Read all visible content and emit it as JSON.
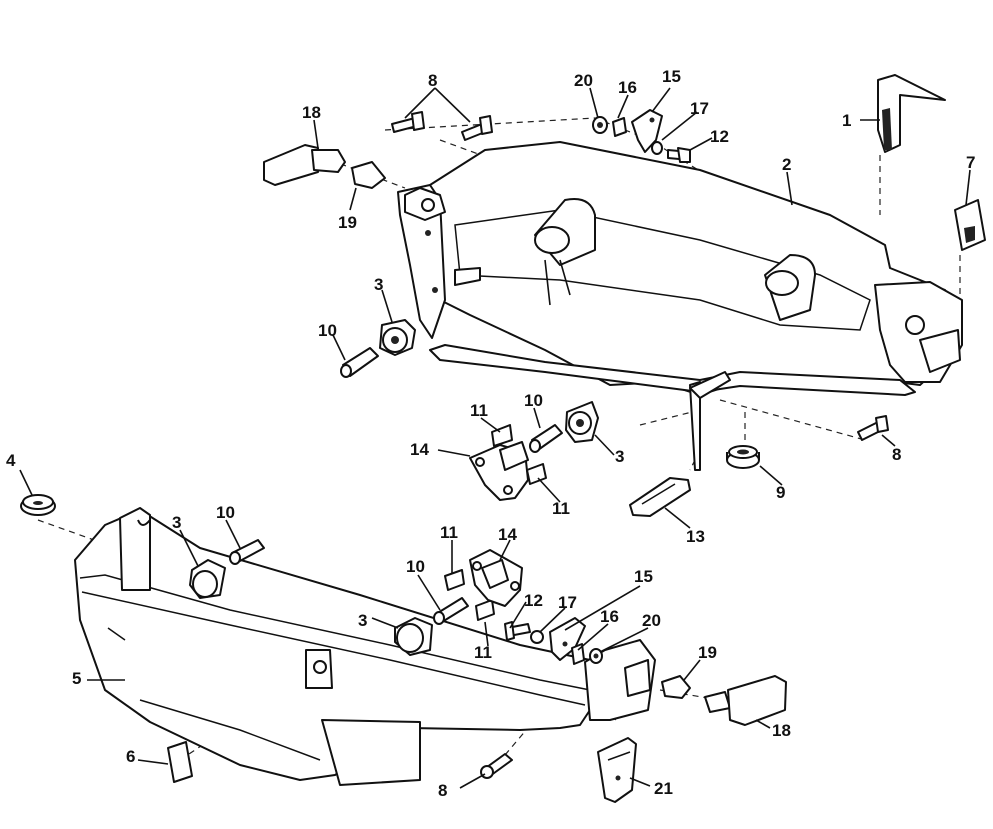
{
  "diagram": {
    "callouts": {
      "c1": "1",
      "c2": "2",
      "c3a": "3",
      "c3b": "3",
      "c3c": "3",
      "c3d": "3",
      "c4": "4",
      "c5": "5",
      "c6": "6",
      "c7": "7",
      "c8a": "8",
      "c8b": "8",
      "c8c": "8",
      "c9": "9",
      "c10a": "10",
      "c10b": "10",
      "c10c": "10",
      "c10d": "10",
      "c11a": "11",
      "c11b": "11",
      "c11c": "11",
      "c11d": "11",
      "c12a": "12",
      "c12b": "12",
      "c13": "13",
      "c14a": "14",
      "c14b": "14",
      "c15a": "15",
      "c15b": "15",
      "c16a": "16",
      "c16b": "16",
      "c17a": "17",
      "c17b": "17",
      "c18a": "18",
      "c18b": "18",
      "c19a": "19",
      "c19b": "19",
      "c20a": "20",
      "c20b": "20",
      "c21": "21"
    }
  }
}
